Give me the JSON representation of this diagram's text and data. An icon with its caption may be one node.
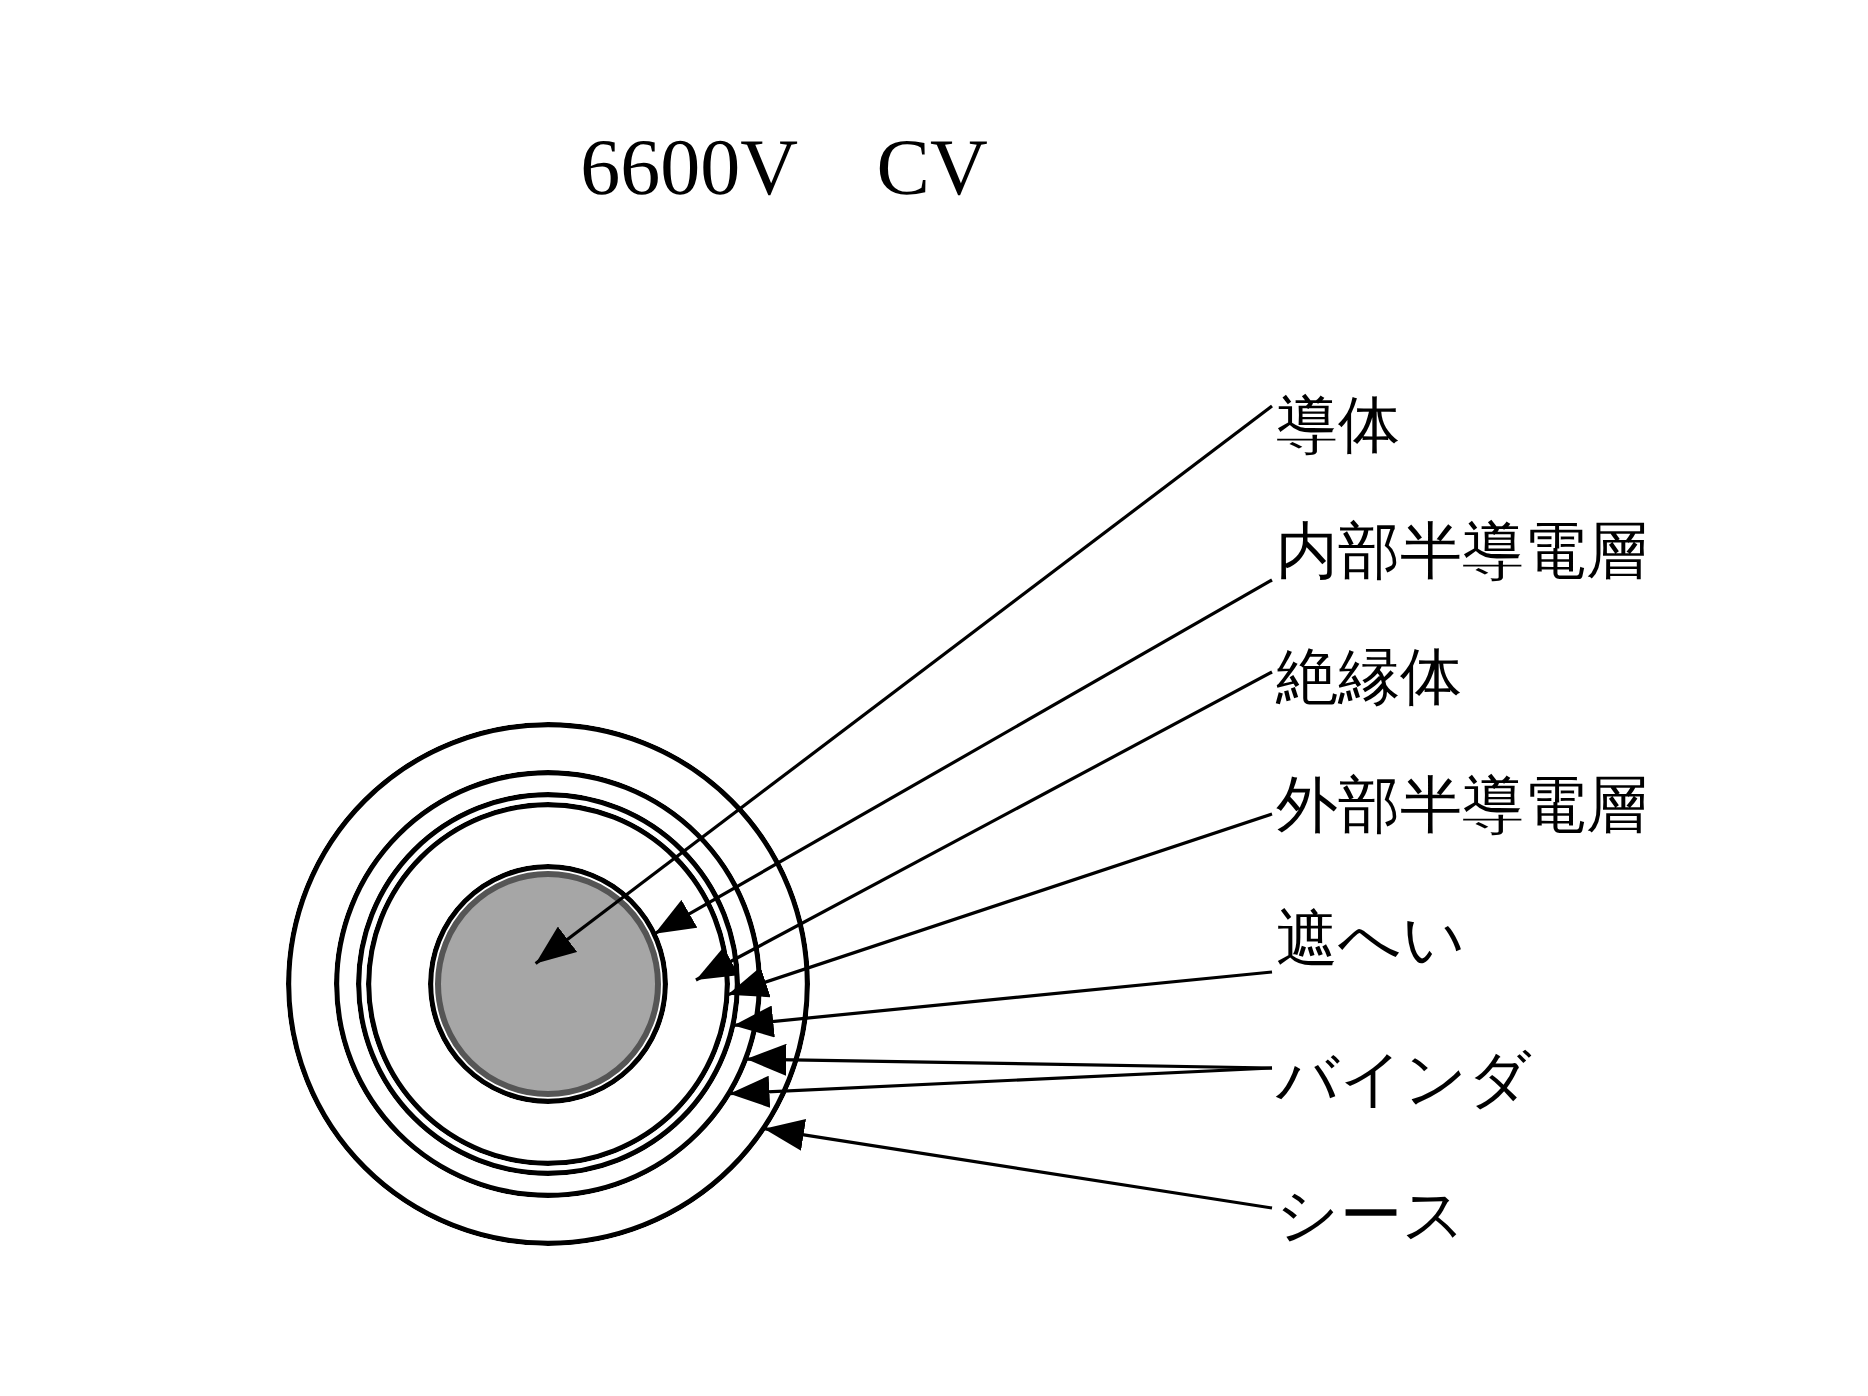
{
  "diagram": {
    "title": "6600V　CV",
    "nodes": [
      {
        "text": [
          "導体"
        ]
      },
      {
        "text": [
          "内部半導電層"
        ]
      },
      {
        "text": [
          "絶縁体"
        ]
      },
      {
        "text": [
          "外部半導電層"
        ]
      },
      {
        "text": [
          "遮へい"
        ]
      },
      {
        "text": [
          "バインダ"
        ]
      },
      {
        "text": [
          "シース"
        ]
      },
      {
        "text": [],
        "shape": "circle"
      },
      {
        "text": [],
        "shape": "circle",
        "in": 7
      },
      {
        "text": [],
        "shape": "circle",
        "in": 8
      },
      {
        "text": [],
        "shape": "circle",
        "in": 9
      },
      {
        "text": [],
        "shape": "circle",
        "in": 10
      },
      {
        "text": [],
        "shape": "circle",
        "in": 11
      }
    ],
    "edges": [
      {
        "from": 0,
        "to": 12,
        "arrow": "to"
      },
      {
        "from": 1,
        "to": 11,
        "arrow": "to"
      },
      {
        "from": 2,
        "to": 11,
        "arrow": "to"
      },
      {
        "from": 3,
        "to": 10,
        "arrow": "to"
      },
      {
        "from": 4,
        "to": 9,
        "arrow": "to"
      },
      {
        "from": 5,
        "to": 8,
        "arrow": "to"
      },
      {
        "from": 5,
        "to": 8,
        "arrow": "to"
      },
      {
        "from": 6,
        "to": 7,
        "arrow": "to"
      }
    ]
  }
}
